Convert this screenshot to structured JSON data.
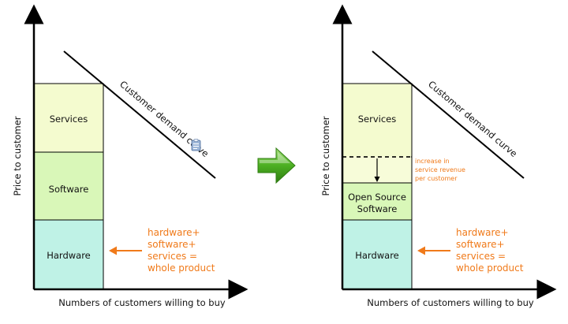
{
  "colors": {
    "services": "#f4fbcf",
    "software": "#d9f7b8",
    "hardware": "#bff2e6",
    "services_extra": "#f7fcd9",
    "annotation": "#f07a1a",
    "arrow_green": "#4caf22"
  },
  "left_diagram": {
    "y_axis_label": "Price to customer",
    "x_axis_label": "Numbers of customers willing to buy",
    "blocks": {
      "services": "Services",
      "software": "Software",
      "hardware": "Hardware"
    },
    "demand_curve_label": "Customer demand curve",
    "whole_product_note": [
      "hardware+",
      "software+",
      "services =",
      "whole product"
    ]
  },
  "right_diagram": {
    "y_axis_label": "Price to customer",
    "x_axis_label": "Numbers of customers willing to buy",
    "blocks": {
      "services": "Services",
      "software_line1": "Open Source",
      "software_line2": "Software",
      "hardware": "Hardware"
    },
    "demand_curve_label": "Customer demand curve",
    "revenue_note": [
      "increase in",
      "service revenue",
      "per customer"
    ],
    "whole_product_note": [
      "hardware+",
      "software+",
      "services =",
      "whole product"
    ]
  },
  "transition_arrow_icon": "green-right-arrow-icon",
  "cursor_icon": "clipboard-icon"
}
